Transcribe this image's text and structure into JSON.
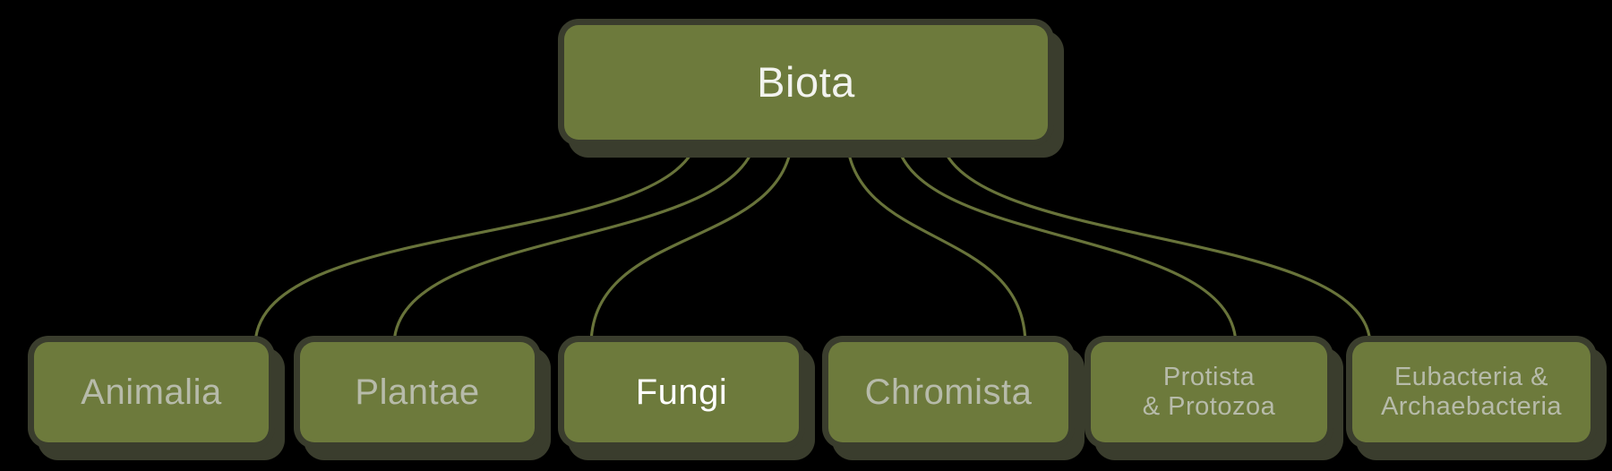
{
  "diagram": {
    "type": "tree",
    "root": {
      "id": "biota",
      "label": "Biota"
    },
    "children": [
      {
        "id": "animalia",
        "label": "Animalia",
        "highlighted": false
      },
      {
        "id": "plantae",
        "label": "Plantae",
        "highlighted": false
      },
      {
        "id": "fungi",
        "label": "Fungi",
        "highlighted": true
      },
      {
        "id": "chromista",
        "label": "Chromista",
        "highlighted": false
      },
      {
        "id": "protista",
        "line1": "Protista",
        "line2": "& Protozoa",
        "highlighted": false
      },
      {
        "id": "eubacteria",
        "line1": "Eubacteria &",
        "line2": "Archaebacteria",
        "highlighted": false
      }
    ],
    "edges": [
      {
        "from": "biota",
        "to": "animalia"
      },
      {
        "from": "biota",
        "to": "plantae"
      },
      {
        "from": "biota",
        "to": "fungi"
      },
      {
        "from": "biota",
        "to": "chromista"
      },
      {
        "from": "biota",
        "to": "protista"
      },
      {
        "from": "biota",
        "to": "eubacteria"
      }
    ],
    "colors": {
      "background": "#000000",
      "node_fill": "#6d7a3c",
      "node_shadow": "#3a3d2d",
      "connector": "#68733a",
      "label": "#b7bbaa",
      "label_highlight": "#ffffff"
    }
  }
}
